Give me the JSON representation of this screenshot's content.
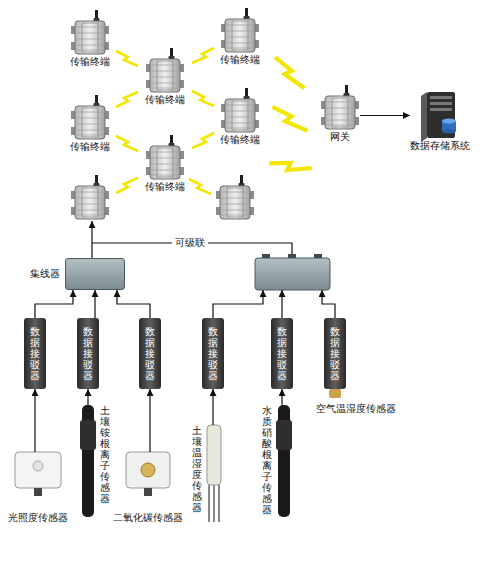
{
  "diagram": {
    "nodes": [
      {
        "text": [
          "传输终端"
        ]
      },
      {
        "text": [
          "传输终端"
        ]
      },
      {
        "text": [
          "传输终端"
        ]
      },
      {
        "text": [
          "传输终端"
        ]
      },
      {
        "text": [
          "传输终端"
        ]
      },
      {
        "text": [
          "网关"
        ]
      },
      {
        "text": [
          "数据存储系统"
        ]
      },
      {
        "text": [
          "传输终端"
        ]
      },
      {
        "text": [
          "集线器"
        ]
      },
      {
        "text": [
          "数据接驳器"
        ]
      },
      {
        "text": [
          "数据接驳器"
        ]
      },
      {
        "text": [
          "数据接驳器"
        ]
      },
      {
        "text": [
          "数据接驳器"
        ]
      },
      {
        "text": [
          "数据接驳器"
        ]
      },
      {
        "text": [
          "数据接驳器",
          "空气温湿度传感器"
        ]
      },
      {
        "text": [
          "光照度传感器"
        ]
      },
      {
        "text": [
          "土壤铵根离子传感器"
        ]
      },
      {
        "text": [
          "二氧化碳传感器"
        ]
      },
      {
        "text": [
          "土壤温湿度传感器"
        ]
      },
      {
        "text": [
          "水质硝酸根离子传感器"
        ]
      }
    ],
    "edges": [
      {
        "from": 5,
        "to": 6,
        "arrow": "to"
      },
      {
        "from": 9,
        "to": 8,
        "arrow": "to"
      },
      {
        "from": 10,
        "to": 8,
        "arrow": "to"
      },
      {
        "from": 11,
        "to": 8,
        "arrow": "to"
      },
      {
        "from": 15,
        "to": 9,
        "arrow": "to"
      },
      {
        "from": 16,
        "to": 10,
        "arrow": "to"
      },
      {
        "from": 17,
        "to": 11,
        "arrow": "to"
      },
      {
        "from": 18,
        "to": 12,
        "arrow": "to"
      },
      {
        "from": 19,
        "to": 13,
        "arrow": "to"
      }
    ],
    "labels": [
      "可级联"
    ]
  }
}
